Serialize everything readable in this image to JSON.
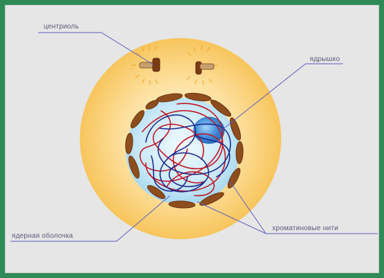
{
  "labels": {
    "centriole": "центриоль",
    "nucleolus": "ядрышко",
    "nuclear_envelope": "ядерная оболочка",
    "chromatin": "хроматиновые нити"
  },
  "colors": {
    "background": "#2e8a57",
    "panel": "#e6e6e6",
    "cytoplasm": "#fcd889",
    "nucleus": "#bfe4f6",
    "envelope": "#8e4d1d",
    "nucleolus": "#3c8ed8",
    "chromatin_red": "#c01622",
    "chromatin_blue": "#1c2a8e",
    "leader_line": "#5c5cc0"
  }
}
